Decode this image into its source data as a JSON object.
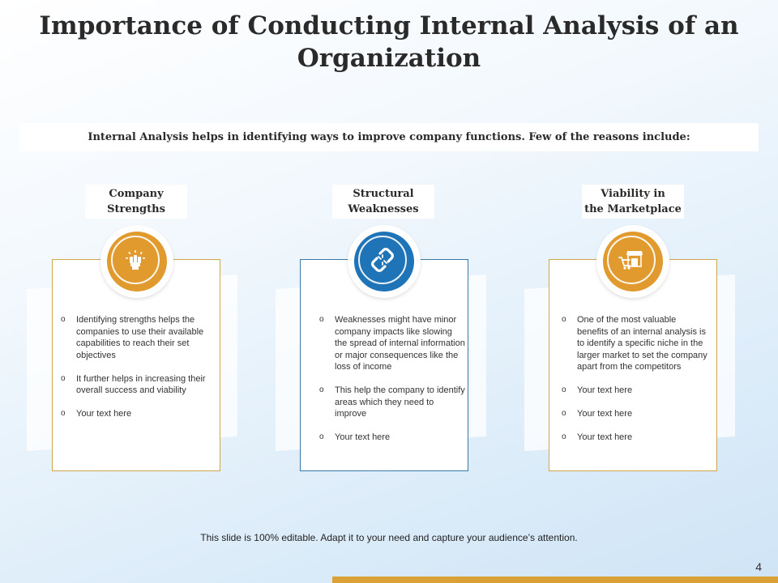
{
  "slide": {
    "title": "Importance of Conducting Internal Analysis of an Organization",
    "subtitle": "Internal Analysis helps in identifying ways to improve company functions. Few of the reasons include:",
    "footer": "This slide is 100% editable. Adapt it to your need and capture your audience’s attention.",
    "page_number": "4"
  },
  "columns": [
    {
      "label_line1": "Company",
      "label_line2": "Strengths",
      "icon": "strength-fist-icon",
      "accent": "#e09a2e",
      "bullets": [
        "Identifying strengths helps the companies to use their available capabilities to reach their set objectives",
        "It further helps in increasing their overall success and viability",
        "Your text here"
      ]
    },
    {
      "label_line1": "Structural",
      "label_line2": "Weaknesses",
      "icon": "broken-link-icon",
      "accent": "#1f73b7",
      "bullets": [
        "Weaknesses might have minor company impacts like slowing the spread of internal information or major consequences like the loss of income",
        "This help the company to identify areas which they need to improve",
        "Your text here"
      ]
    },
    {
      "label_line1": "Viability in",
      "label_line2": "the Marketplace",
      "icon": "shop-cart-icon",
      "accent": "#e09a2e",
      "bullets": [
        "One of the most valuable benefits of an internal analysis is to identify a specific niche in the larger market to set the company apart from the competitors",
        "Your text here",
        "Your text here",
        "Your text here"
      ]
    }
  ],
  "colors": {
    "gold": "#e09a2e",
    "blue": "#1f73b7",
    "bottom_bar": "#d9a136"
  }
}
